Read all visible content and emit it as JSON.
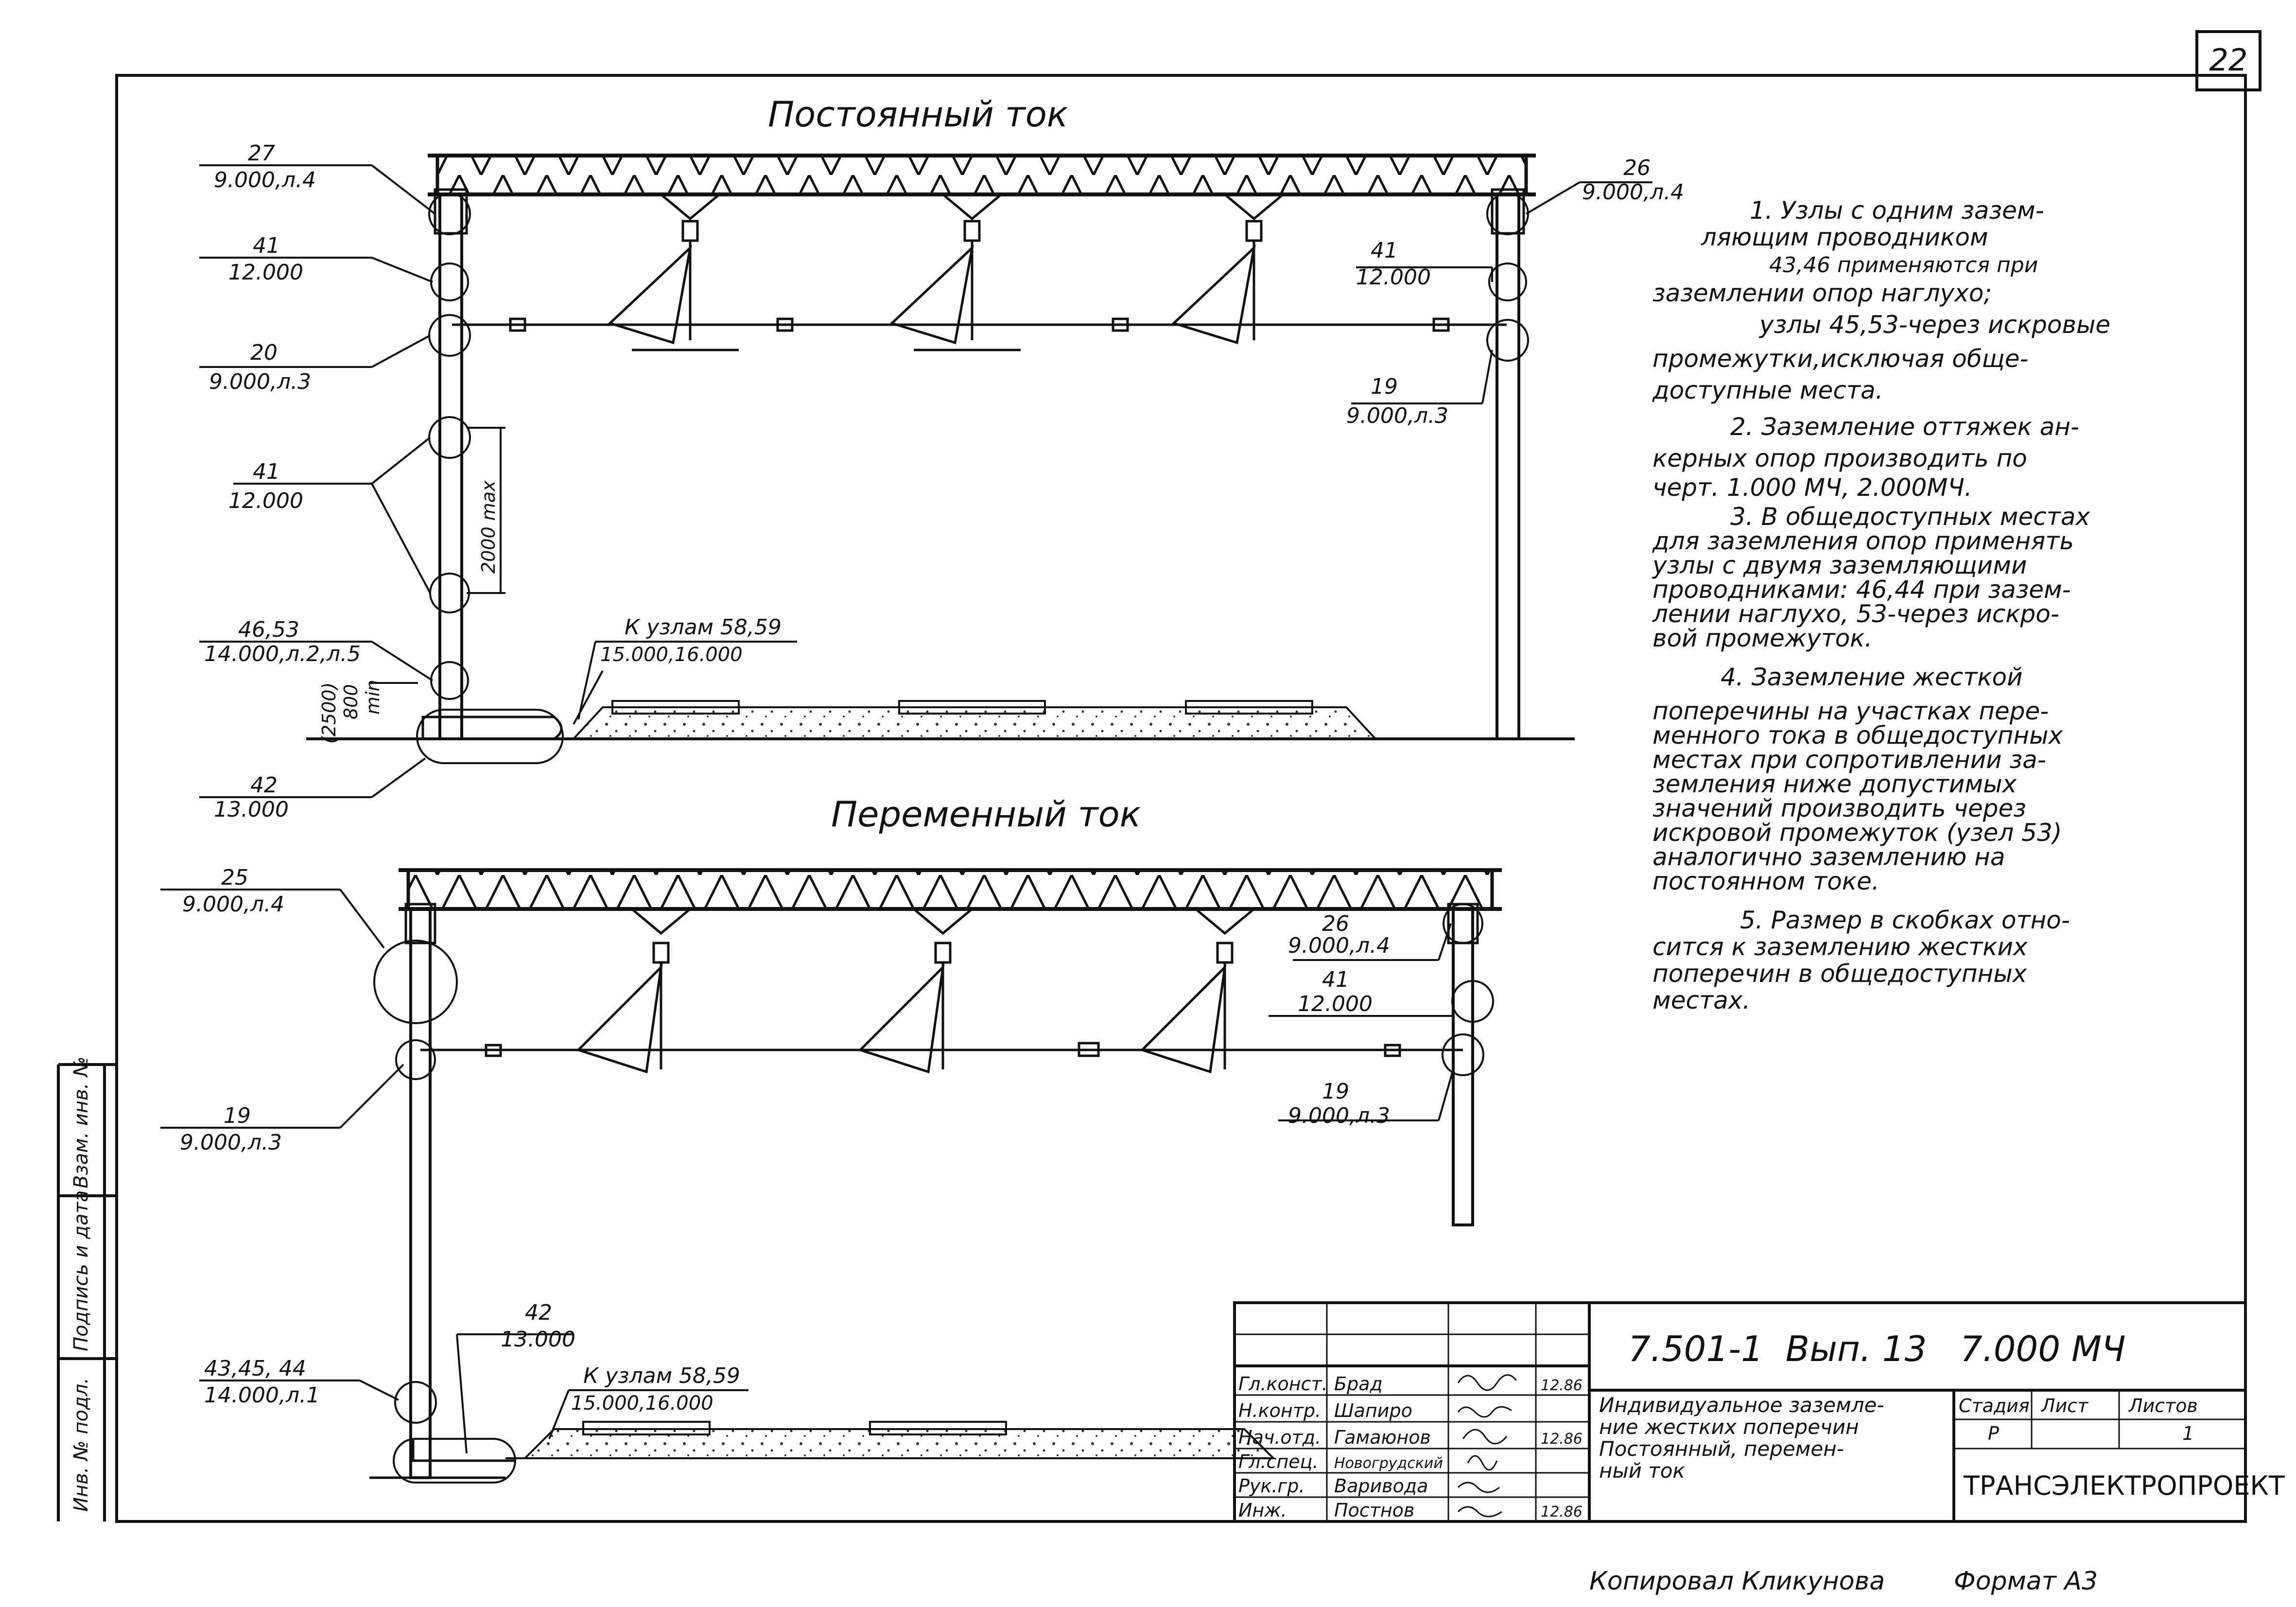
{
  "sheet_number": "22",
  "section_dc": {
    "title": "Постоянный ток",
    "callouts": [
      {
        "num": "27",
        "ref": "9.000,л.4"
      },
      {
        "num": "41",
        "ref": "12.000"
      },
      {
        "num": "20",
        "ref": "9.000,л.3"
      },
      {
        "num": "41",
        "ref": "12.000"
      },
      {
        "num": "46,53",
        "ref": "14.000,л.2,л.5"
      },
      {
        "num": "42",
        "ref": "13.000"
      },
      {
        "num": "26",
        "ref": "9.000,л.4"
      },
      {
        "num": "41",
        "ref": "12.000"
      },
      {
        "num": "19",
        "ref": "9.000,л.3"
      }
    ],
    "dim_2000": "2000 max",
    "dim_2500": "(2500)",
    "dim_800": "800",
    "dim_min": "min",
    "to_nodes_label": "К узлам 58,59",
    "to_nodes_ref": "15.000,16.000"
  },
  "section_ac": {
    "title": "Переменный ток",
    "callouts": [
      {
        "num": "25",
        "ref": "9.000,л.4"
      },
      {
        "num": "19",
        "ref": "9.000,л.3"
      },
      {
        "num": "43,45, 44",
        "ref": "14.000,л.1"
      },
      {
        "num": "42",
        "ref": "13.000"
      },
      {
        "num": "26",
        "ref": "9.000,л.4"
      },
      {
        "num": "41",
        "ref": "12.000"
      },
      {
        "num": "19",
        "ref": "9.000,л.3"
      }
    ],
    "to_nodes_label": "К узлам 58,59",
    "to_nodes_ref": "15.000,16.000"
  },
  "notes": [
    "1. Узлы с одним зазем-",
    "ляющим проводником",
    "43,46 применяются при",
    "заземлении опор наглухо;",
    "узлы 45,53-через искровые",
    "промежутки,исключая обще-",
    "доступные места.",
    "2. Заземление оттяжек ан-",
    "керных опор производить по",
    "черт. 1.000 МЧ, 2.000МЧ.",
    "3. В общедоступных местах",
    "для заземления опор применять",
    "узлы с двумя заземляющими",
    "проводниками: 46,44 при зазем-",
    "лении наглухо, 53-через искро-",
    "вой промежуток.",
    "4. Заземление жесткой",
    "поперечины на участках пере-",
    "менного тока в общедоступных",
    "местах при сопротивлении за-",
    "земления ниже допустимых",
    "значений производить через",
    "искровой промежуток (узел 53)",
    "аналогично заземлению на",
    "постоянном токе.",
    "5. Размер в скобках отно-",
    "сится к заземлению жестких",
    "поперечин в общедоступных",
    "местах."
  ],
  "title_block": {
    "code": "7.501-1  Вып. 13   7.000 МЧ",
    "description": [
      "Индивидуальное заземле-",
      "ние жестких поперечин",
      "Постоянный, перемен-",
      "ный ток"
    ],
    "stage_header": "Стадия",
    "sheet_header": "Лист",
    "sheets_header": "Листов",
    "stage": "Р",
    "sheets": "1",
    "organization": "ТРАНСЭЛЕКТРОПРОЕКТ",
    "roles": [
      {
        "role": "Гл.конст.",
        "name": "Брад",
        "date": "12.86"
      },
      {
        "role": "Н.контр.",
        "name": "Шапиро",
        "date": ""
      },
      {
        "role": "Нач.отд.",
        "name": "Гамаюнов",
        "date": "12.86"
      },
      {
        "role": "Гл.спец.",
        "name": "Новогрудский",
        "date": ""
      },
      {
        "role": "Рук.гр.",
        "name": "Варивода",
        "date": ""
      },
      {
        "role": "Инж.",
        "name": "Постнов",
        "date": "12.86"
      }
    ]
  },
  "left_stamp": {
    "inv_orig": "Инв. № подл.",
    "sign_date": "Подпись и дата",
    "replace_inv": "Взам. инв. №"
  },
  "footer": {
    "copied_by": "Копировал Кликунова",
    "format": "Формат А3"
  }
}
